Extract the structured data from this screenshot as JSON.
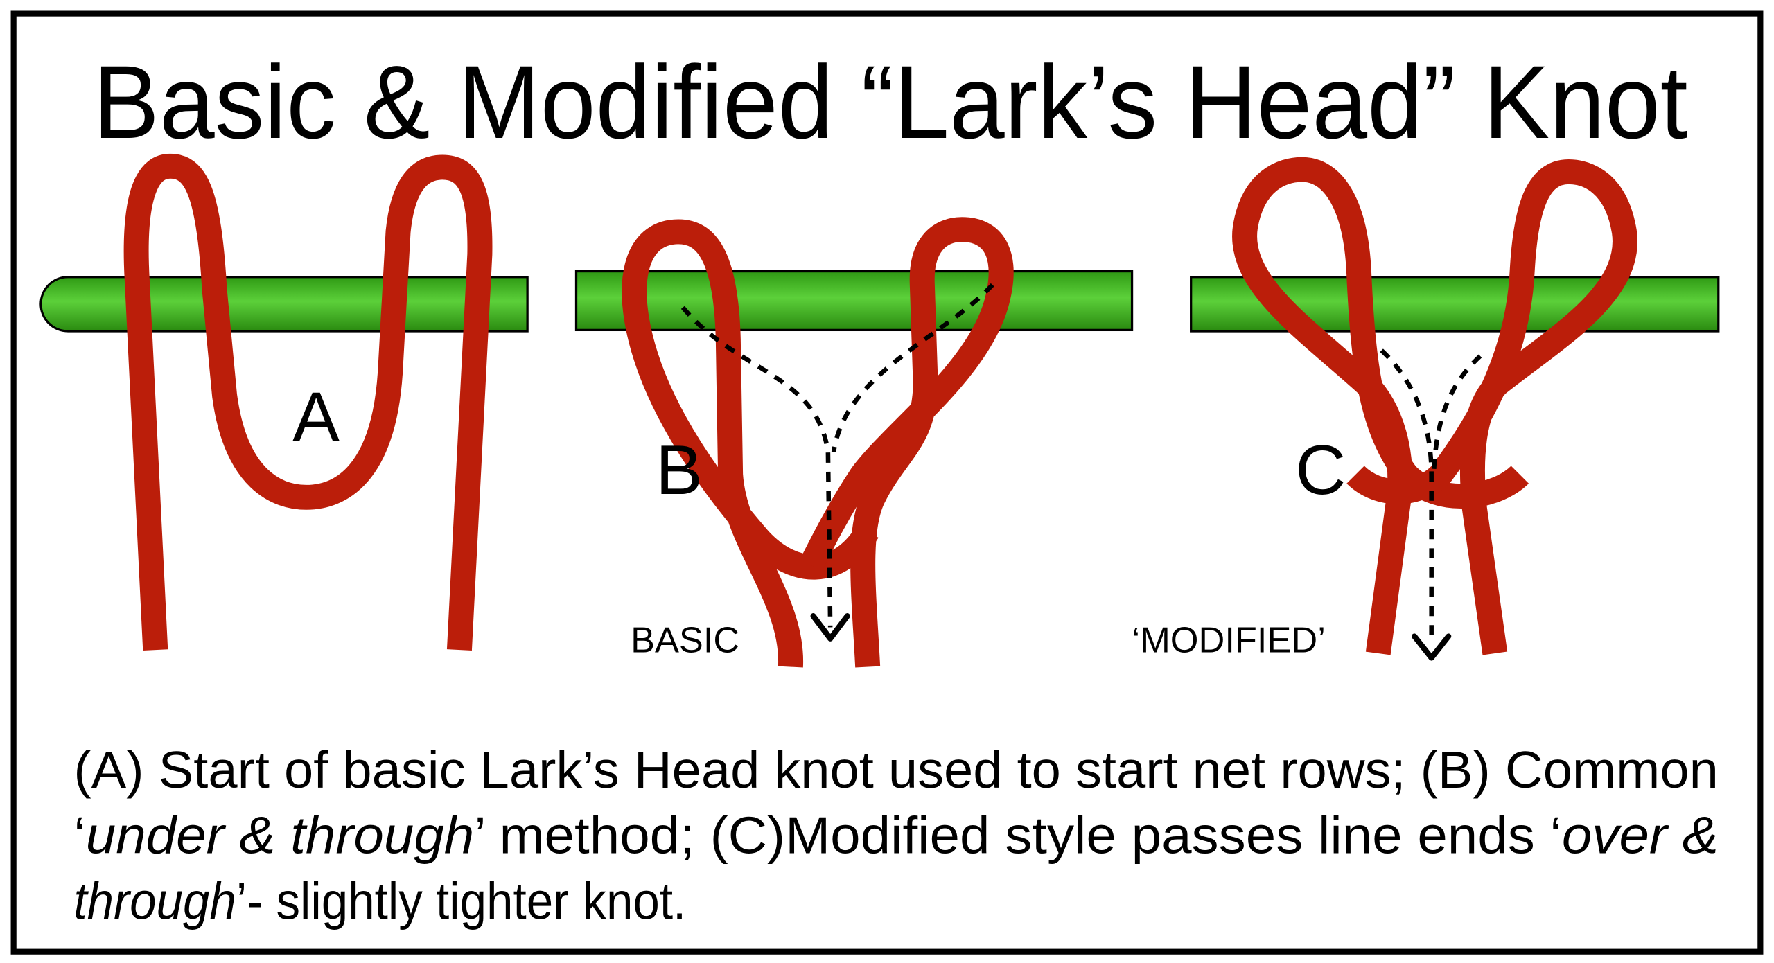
{
  "title": "Basic & Modified “Lark’s Head” Knot",
  "panels": {
    "a": {
      "letter": "A"
    },
    "b": {
      "letter": "B",
      "caption": "BASIC"
    },
    "c": {
      "letter": "C",
      "caption": "‘MODIFIED’"
    }
  },
  "colors": {
    "rope": "#bb1e0a",
    "rod": "#3fb51f",
    "frame": "#000000"
  },
  "caption": {
    "line1": "(A) Start of basic Lark’s Head knot used to start net rows; (B) Common",
    "line2": [
      {
        "text": "‘",
        "italic": false
      },
      {
        "text": "under & through",
        "italic": true
      },
      {
        "text": "’ method; (C)Modified style passes line ends ‘",
        "italic": false
      },
      {
        "text": "over &",
        "italic": true
      }
    ],
    "line3": [
      {
        "text": "through",
        "italic": true
      },
      {
        "text": "’- slightly tighter knot.",
        "italic": false
      }
    ]
  }
}
